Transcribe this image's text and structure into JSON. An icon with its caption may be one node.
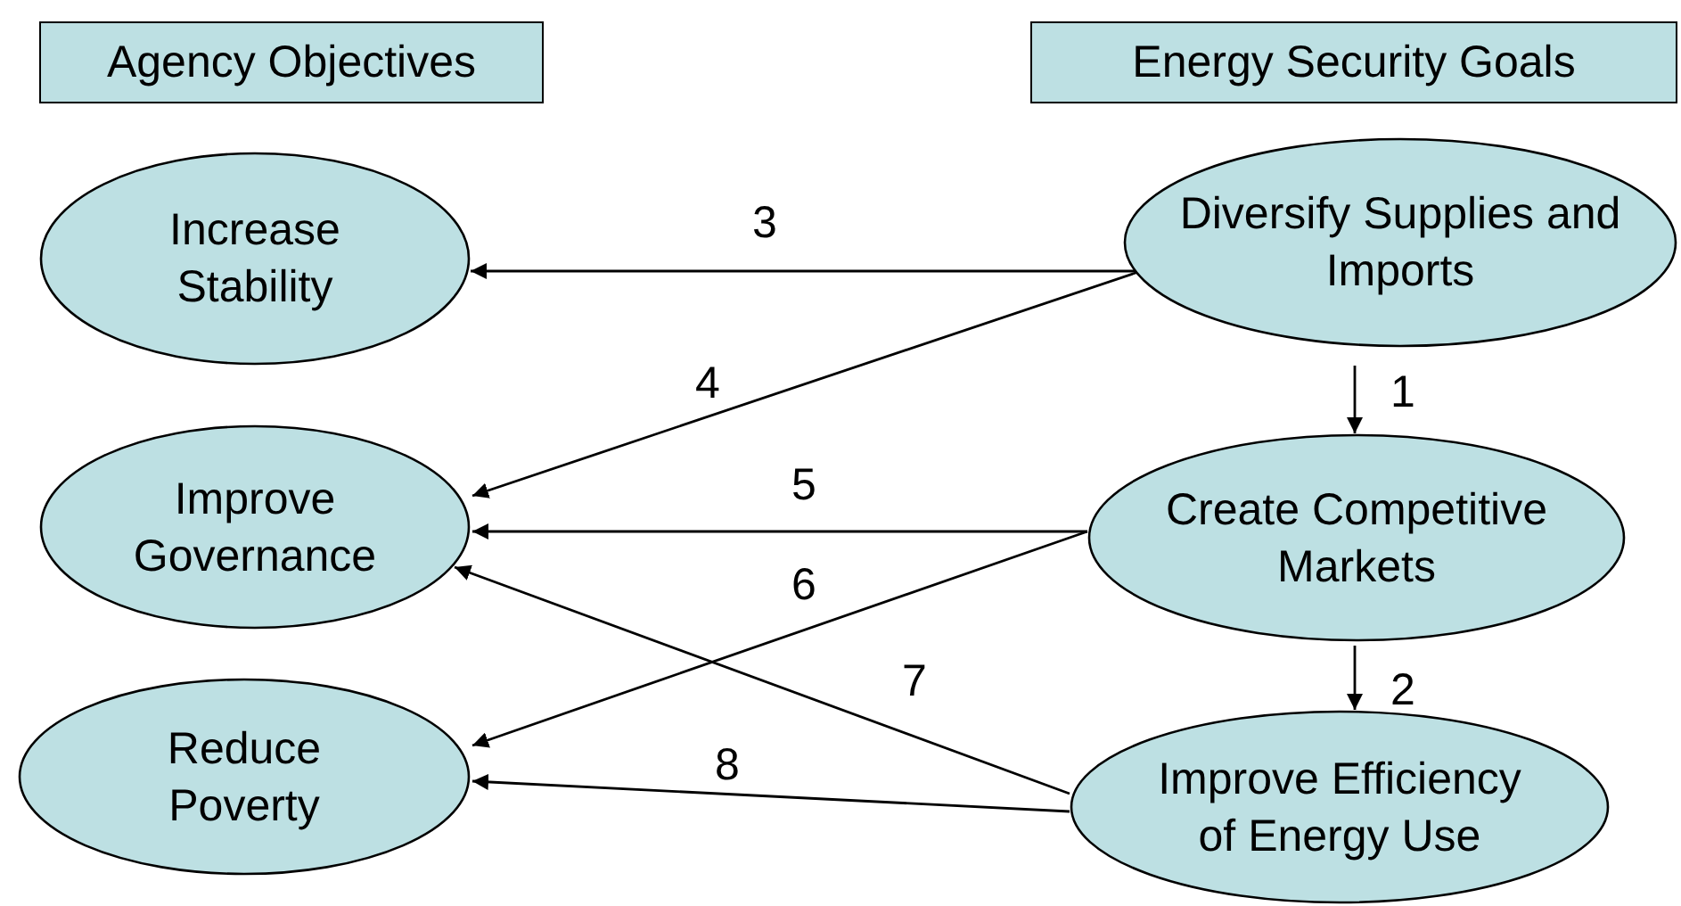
{
  "diagram": {
    "nodes": [
      {
        "text": [
          "Agency Objectives"
        ]
      },
      {
        "text": [
          "Energy Security Goals"
        ]
      },
      {
        "text": [
          "Increase Stability"
        ]
      },
      {
        "text": [
          "Improve Governance"
        ]
      },
      {
        "text": [
          "Reduce Poverty"
        ]
      },
      {
        "text": [
          "Diversify Supplies and Imports"
        ]
      },
      {
        "text": [
          "Create Competitive Markets"
        ]
      },
      {
        "text": [
          "Improve Efficiency of Energy Use"
        ]
      }
    ],
    "edges": [
      {
        "from": 5,
        "to": 6,
        "arrow": "to",
        "label": "1"
      },
      {
        "from": 6,
        "to": 7,
        "arrow": "to",
        "label": "2"
      },
      {
        "from": 5,
        "to": 2,
        "arrow": "to",
        "label": "3"
      },
      {
        "from": 5,
        "to": 3,
        "arrow": "to",
        "label": "4"
      },
      {
        "from": 6,
        "to": 3,
        "arrow": "to",
        "label": "5"
      },
      {
        "from": 6,
        "to": 4,
        "arrow": "to",
        "label": "6"
      },
      {
        "from": 7,
        "to": 3,
        "arrow": "to",
        "label": "7"
      },
      {
        "from": 7,
        "to": 4,
        "arrow": "to",
        "label": "8"
      }
    ]
  }
}
